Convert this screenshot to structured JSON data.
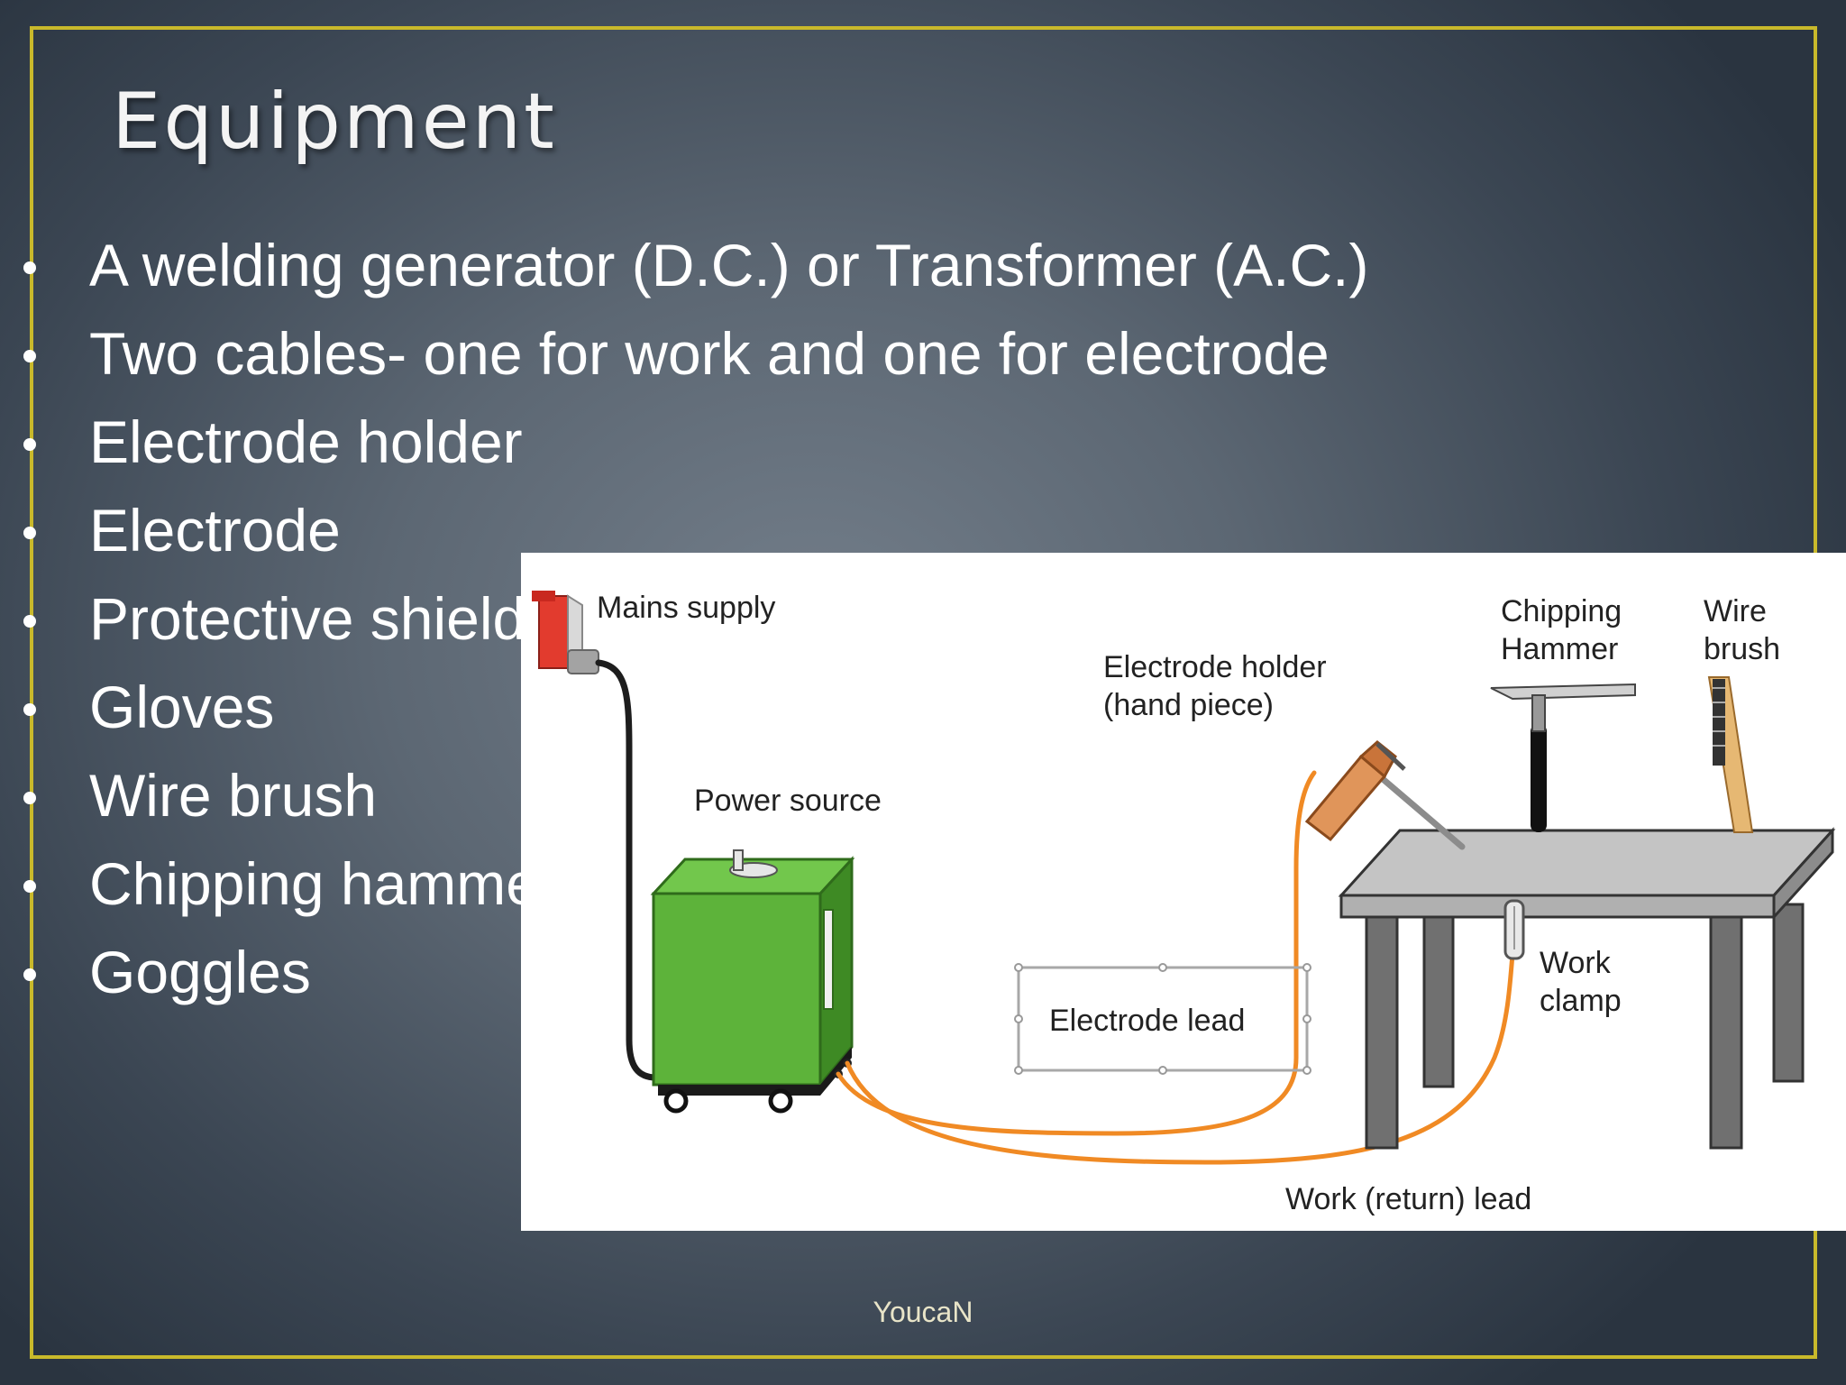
{
  "slide": {
    "title": "Equipment",
    "bullets": [
      "A welding generator (D.C.) or Transformer (A.C.)",
      "Two cables- one for work and one for electrode",
      "Electrode holder",
      "Electrode",
      "Protective shield",
      "Gloves",
      "Wire brush",
      "Chipping hammer",
      "Goggles"
    ],
    "footer": "YoucaN",
    "colors": {
      "frame": "#c9b92b",
      "power_source": "#5db33a",
      "cable": "#f08a24",
      "mains_supply": "#e23b2e",
      "table": "#b9b9b9"
    }
  },
  "diagram": {
    "labels": {
      "mains_supply": "Mains supply",
      "power_source": "Power source",
      "electrode_holder_line1": "Electrode holder",
      "electrode_holder_line2": "(hand piece)",
      "electrode_lead": "Electrode lead",
      "chipping_hammer_line1": "Chipping",
      "chipping_hammer_line2": "Hammer",
      "wire_brush_line1": "Wire",
      "wire_brush_line2": "brush",
      "work_clamp_line1": "Work",
      "work_clamp_line2": "clamp",
      "work_return_lead": "Work (return) lead"
    }
  }
}
